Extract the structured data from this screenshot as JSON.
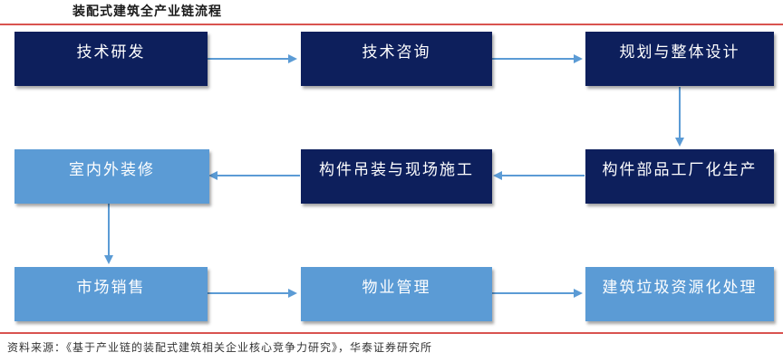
{
  "title": "装配式建筑全产业链流程",
  "nodes": {
    "tech_rd": "技术研发",
    "tech_consult": "技术咨询",
    "planning_design": "规划与整体设计",
    "component_production": "构件部品工厂化生产",
    "component_install": "构件吊装与现场施工",
    "interior_decoration": "室内外装修",
    "market_sales": "市场销售",
    "property_management": "物业管理",
    "waste_recycling": "建筑垃圾资源化处理"
  },
  "colors": {
    "dark_box": "#0d1f5c",
    "light_box": "#5b9bd5",
    "arrow": "#5b9bd5",
    "rule": "#d9534f"
  },
  "source": "资料来源：《基于产业链的装配式建筑相关企业核心竞争力研究》，华泰证券研究所"
}
